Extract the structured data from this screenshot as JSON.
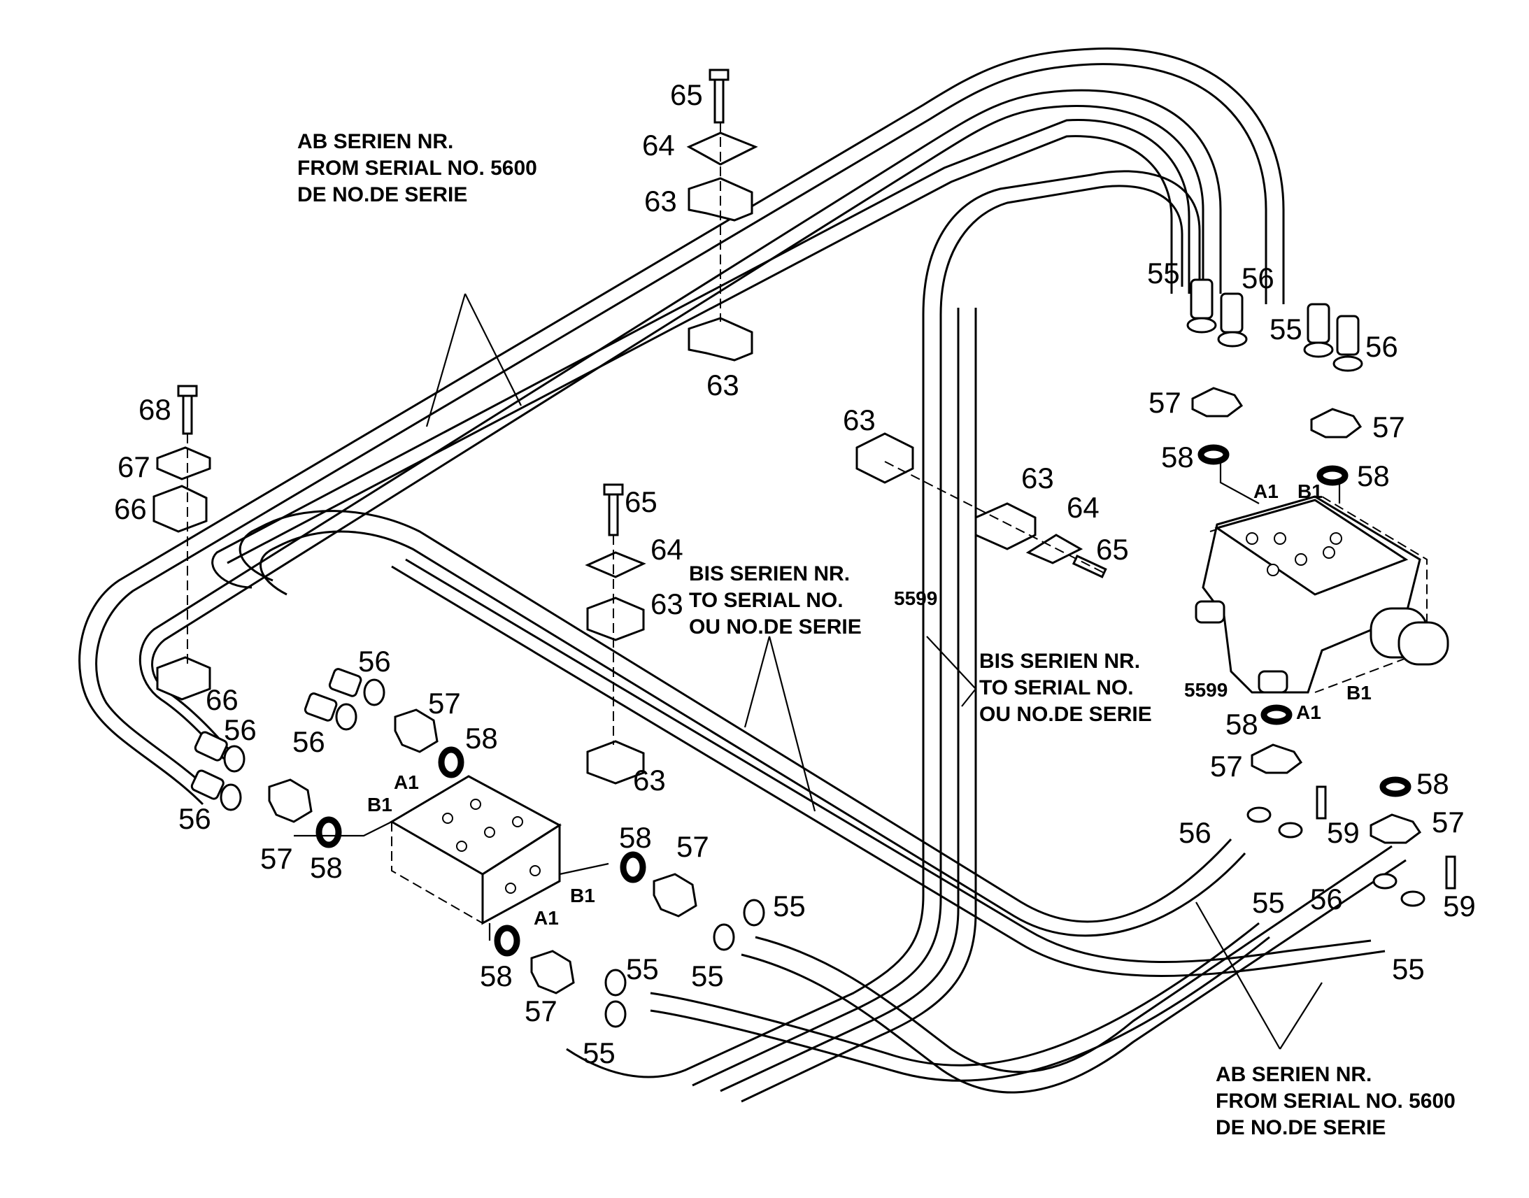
{
  "notes": {
    "from_serial_top": [
      "AB SERIEN NR.",
      "FROM SERIAL NO. 5600",
      "DE NO.DE SERIE"
    ],
    "to_serial_center": [
      "BIS SERIEN NR.",
      "TO SERIAL NO.",
      "OU NO.DE SERIE"
    ],
    "to_serial_right": [
      "BIS SERIEN NR.",
      "TO SERIAL NO.",
      "OU NO.DE SERIE"
    ],
    "from_serial_bottom": [
      "AB SERIEN NR.",
      "FROM SERIAL NO. 5600",
      "DE NO.DE SERIE"
    ],
    "serial_5599": "5599"
  },
  "ports": {
    "a1": "A1",
    "b1": "B1"
  },
  "callouts": {
    "hose_55": "55",
    "hose_56": "56",
    "flange_half_57": "57",
    "o_ring_58": "58",
    "screw_59": "59",
    "clamp_half_63": "63",
    "cover_plate_64": "64",
    "bolt_65": "65",
    "clamp_66": "66",
    "plate_67": "67",
    "bolt_68": "68"
  }
}
